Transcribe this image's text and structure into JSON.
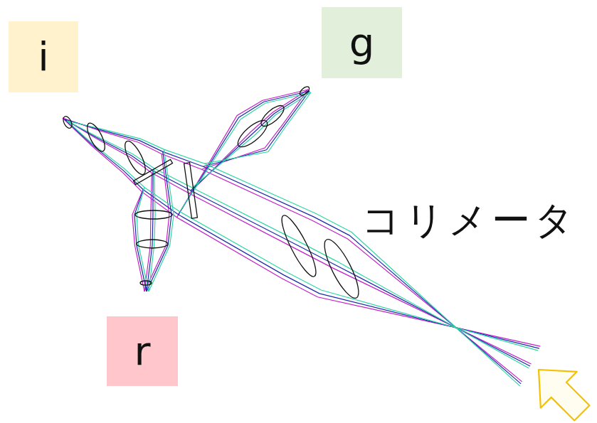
{
  "diagram": {
    "nodes": [
      {
        "text": [
          "i"
        ]
      },
      {
        "text": [
          "g"
        ]
      },
      {
        "text": [
          "r"
        ]
      }
    ],
    "labels": [
      "コリメータ"
    ]
  }
}
